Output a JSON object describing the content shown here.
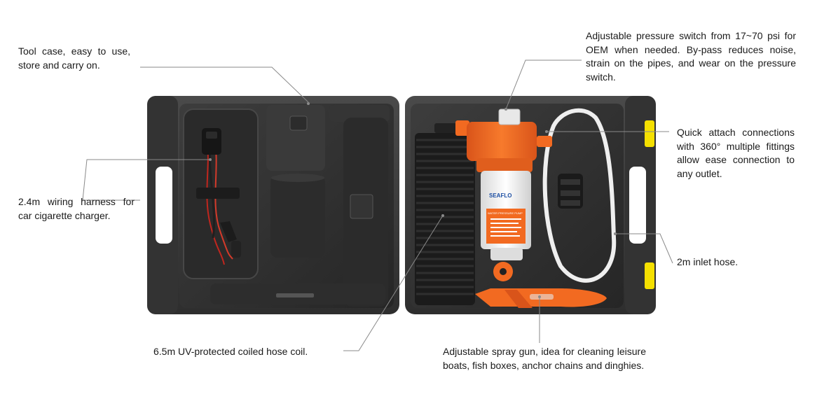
{
  "annotations": {
    "tool_case": "Tool case, easy to use, store and carry on.",
    "wiring_harness": "2.4m wiring harness for car cigarette charger.",
    "coiled_hose": "6.5m UV-protected coiled hose coil.",
    "pressure_switch": "Adjustable pressure switch from 17~70 psi for OEM when needed. By-pass reduces noise, strain on the pipes, and wear on the pressure switch.",
    "quick_attach": "Quick attach connections with 360° multiple fittings allow ease connection to any outlet.",
    "inlet_hose": "2m inlet hose.",
    "spray_gun": "Adjustable spray gun, idea for cleaning leisure boats, fish boxes, anchor chains and dinghies."
  },
  "pump_brand": "SEAFLO",
  "pump_label_title": "WATER PRESSURE PUMP",
  "colors": {
    "case": "#3b3b3b",
    "case_dark": "#2a2a2a",
    "pump_orange": "#f26a21",
    "latch_yellow": "#f5e000",
    "callout_line": "#8a8a8a"
  }
}
